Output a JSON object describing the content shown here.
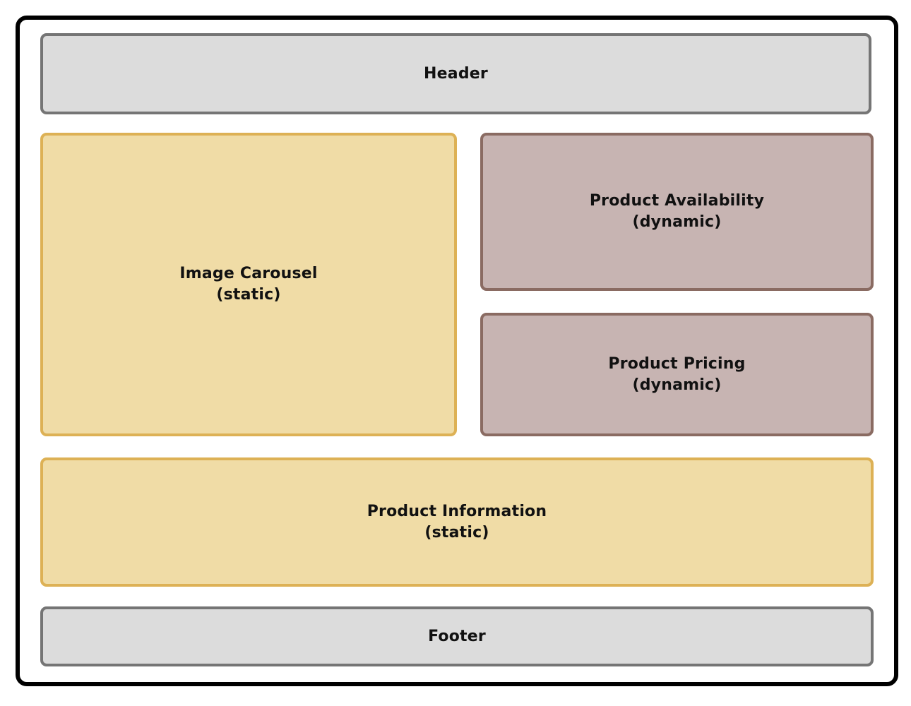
{
  "diagram": {
    "header": {
      "label": "Header"
    },
    "image_carousel": {
      "title": "Image Carousel",
      "subtitle": "(static)"
    },
    "product_availability": {
      "title": "Product Availability",
      "subtitle": "(dynamic)"
    },
    "product_pricing": {
      "title": "Product Pricing",
      "subtitle": "(dynamic)"
    },
    "product_information": {
      "title": "Product Information",
      "subtitle": "(static)"
    },
    "footer": {
      "label": "Footer"
    }
  },
  "colors": {
    "frame-border": "#000000",
    "neutral-fill": "#dcdcdc",
    "neutral-border": "#757575",
    "static-fill": "#f0dca6",
    "static-border": "#ddb155",
    "dynamic-fill": "#c7b4b2",
    "dynamic-border": "#8a6b62",
    "text": "#111111"
  }
}
